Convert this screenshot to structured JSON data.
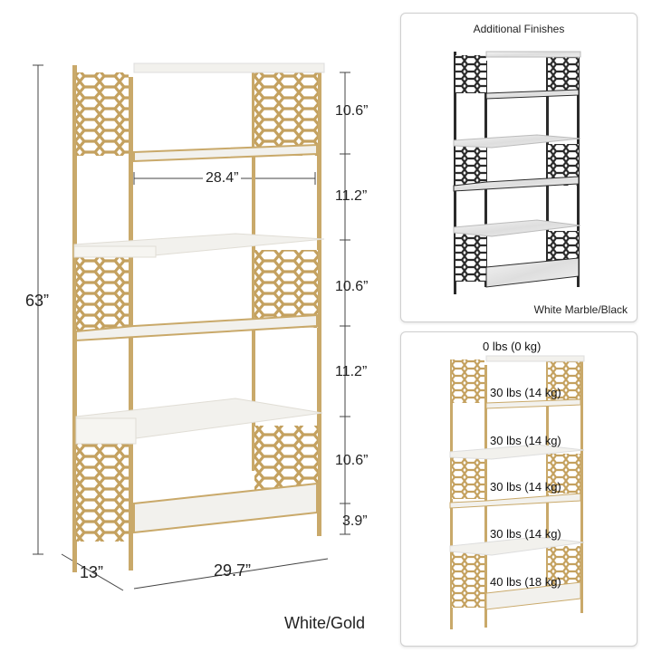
{
  "main": {
    "finish_label": "White/Gold",
    "height": "63”",
    "depth": "13”",
    "width": "29.7”",
    "inner_width": "28.4”",
    "shelf_gaps": [
      "10.6”",
      "11.2”",
      "10.6”",
      "11.2”",
      "10.6”",
      "3.9”"
    ]
  },
  "finishes_panel": {
    "title": "Additional Finishes",
    "caption": "White Marble/Black"
  },
  "weight_panel": {
    "loads": [
      "0 lbs (0 kg)",
      "30 lbs (14 kg)",
      "30 lbs (14 kg)",
      "30 lbs (14 kg)",
      "30 lbs (14 kg)",
      "40 lbs (18 kg)"
    ]
  },
  "colors": {
    "gold": "#c9a96a",
    "gold_dark": "#a88a4f",
    "shelf": "#f2f1ed",
    "black_frame": "#2b2b2b",
    "marble": "#e9e9e9"
  },
  "icons": [
    "lattice-panel-icon"
  ]
}
